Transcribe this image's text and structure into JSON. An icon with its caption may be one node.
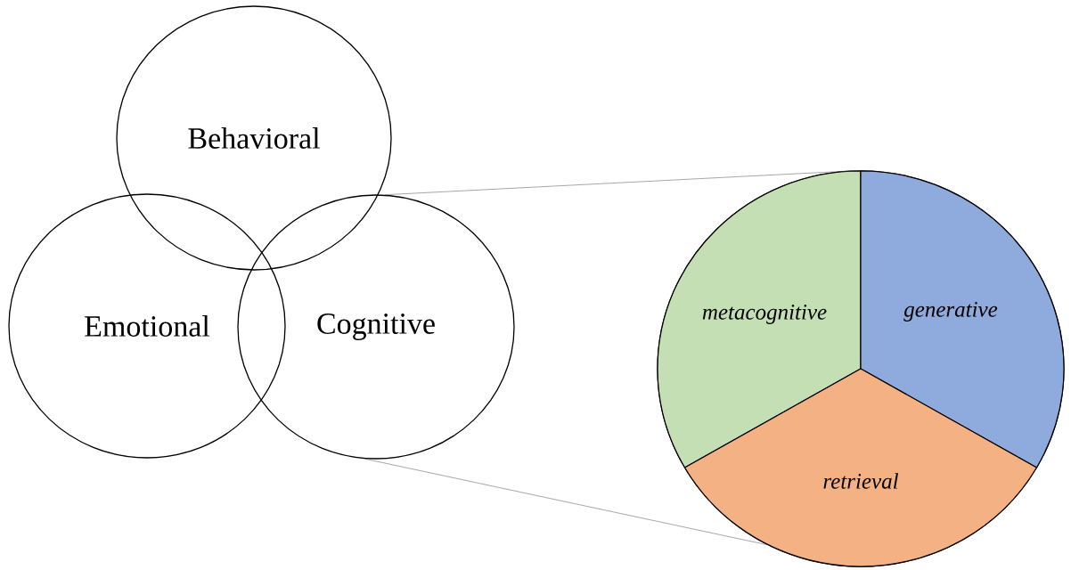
{
  "diagram": {
    "nodes": [
      {
        "text": [
          "Behavioral"
        ]
      },
      {
        "text": [
          "Emotional"
        ]
      },
      {
        "text": [
          "Cognitive"
        ]
      },
      {
        "text": [],
        "shape": "circle"
      },
      {
        "text": [
          "metacognitive"
        ],
        "in": 3
      },
      {
        "text": [
          "generative"
        ],
        "in": 3
      },
      {
        "text": [
          "retrieval"
        ],
        "in": 3
      }
    ],
    "edges": [
      {
        "from": 2,
        "to": 3,
        "arrow": "none"
      },
      {
        "from": 2,
        "to": 3,
        "arrow": "none"
      }
    ]
  }
}
